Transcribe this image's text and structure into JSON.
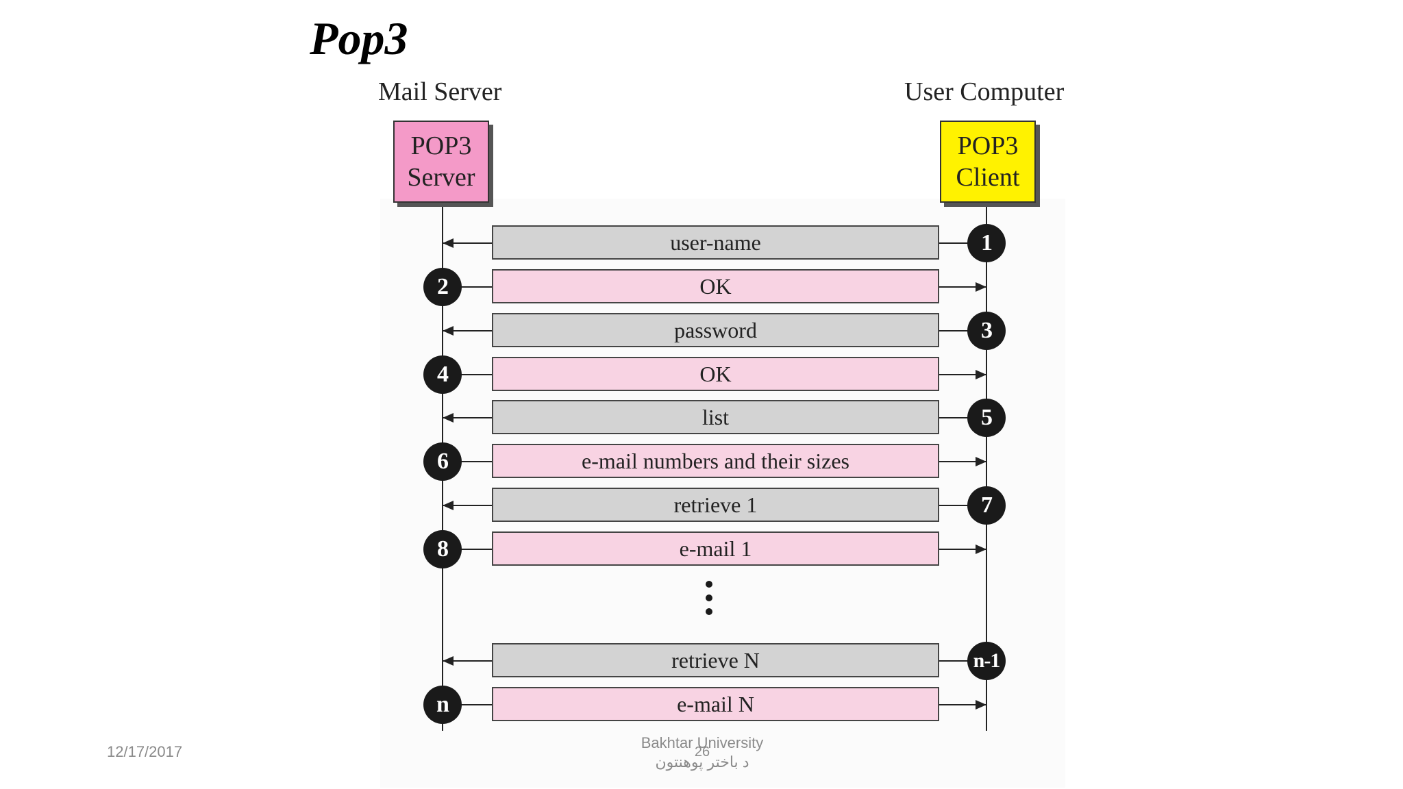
{
  "slide": {
    "title": "Pop3",
    "left_column_label": "Mail Server",
    "right_column_label": "User Computer",
    "server_box": [
      "POP3",
      "Server"
    ],
    "client_box": [
      "POP3",
      "Client"
    ],
    "colors": {
      "server_box": "#f49ac8",
      "client_box": "#fff200",
      "request_bar": "#d3d3d3",
      "response_bar": "#f8d3e3",
      "step_circle": "#1a1a1a"
    }
  },
  "messages": [
    {
      "step": "1",
      "label": "user-name",
      "direction": "client-to-server"
    },
    {
      "step": "2",
      "label": "OK",
      "direction": "server-to-client"
    },
    {
      "step": "3",
      "label": "password",
      "direction": "client-to-server"
    },
    {
      "step": "4",
      "label": "OK",
      "direction": "server-to-client"
    },
    {
      "step": "5",
      "label": "list",
      "direction": "client-to-server"
    },
    {
      "step": "6",
      "label": "e-mail numbers and their sizes",
      "direction": "server-to-client"
    },
    {
      "step": "7",
      "label": "retrieve 1",
      "direction": "client-to-server"
    },
    {
      "step": "8",
      "label": "e-mail 1",
      "direction": "server-to-client"
    },
    {
      "step": "n-1",
      "label": "retrieve N",
      "direction": "client-to-server"
    },
    {
      "step": "n",
      "label": "e-mail N",
      "direction": "server-to-client"
    }
  ],
  "footer": {
    "date": "12/17/2017",
    "institution": "Bakhtar University",
    "institution_local": "د باختر پوهنتون",
    "page_number": "26"
  }
}
